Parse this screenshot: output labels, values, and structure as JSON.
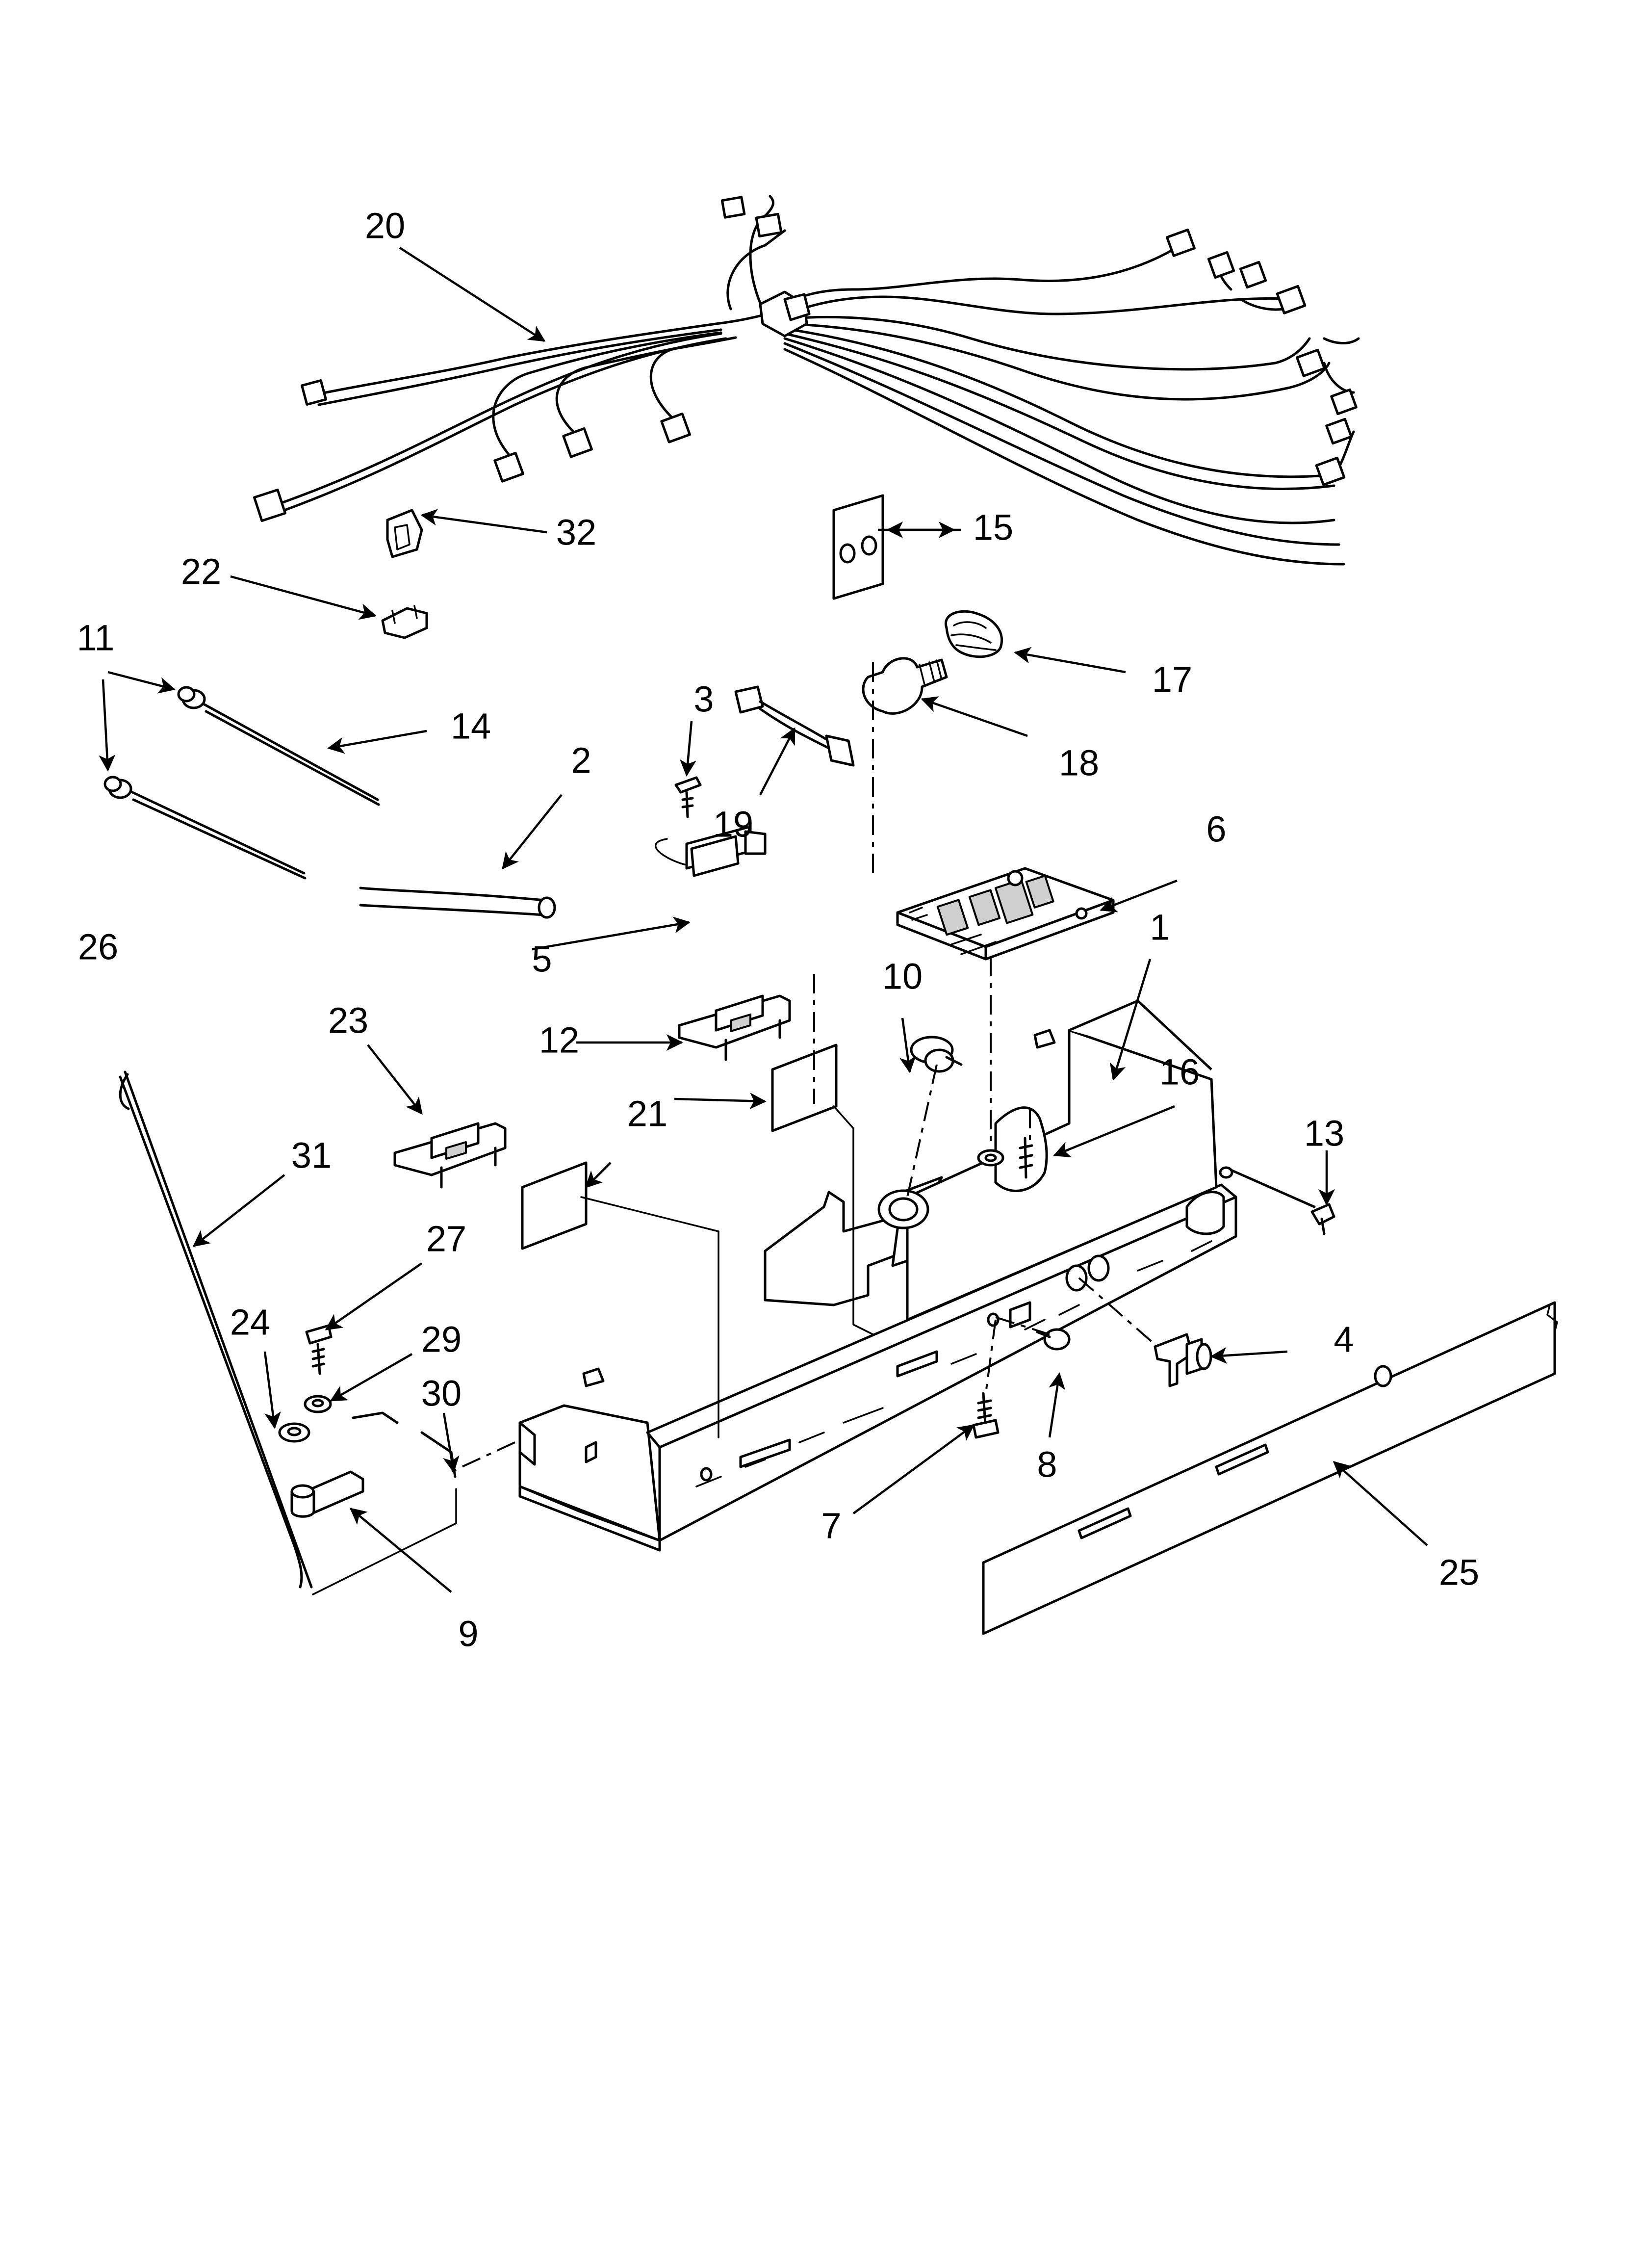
{
  "diagram": {
    "part_labels": [
      {
        "id": "1",
        "text": "1"
      },
      {
        "id": "2",
        "text": "2"
      },
      {
        "id": "3",
        "text": "3"
      },
      {
        "id": "4",
        "text": "4"
      },
      {
        "id": "5",
        "text": "5"
      },
      {
        "id": "6",
        "text": "6"
      },
      {
        "id": "7",
        "text": "7"
      },
      {
        "id": "8",
        "text": "8"
      },
      {
        "id": "9",
        "text": "9"
      },
      {
        "id": "10",
        "text": "10"
      },
      {
        "id": "11",
        "text": "11"
      },
      {
        "id": "12",
        "text": "12"
      },
      {
        "id": "13",
        "text": "13"
      },
      {
        "id": "14",
        "text": "14"
      },
      {
        "id": "15",
        "text": "15"
      },
      {
        "id": "16",
        "text": "16"
      },
      {
        "id": "17",
        "text": "17"
      },
      {
        "id": "18",
        "text": "18"
      },
      {
        "id": "19",
        "text": "19"
      },
      {
        "id": "20",
        "text": "20"
      },
      {
        "id": "21",
        "text": "21"
      },
      {
        "id": "22",
        "text": "22"
      },
      {
        "id": "23",
        "text": "23"
      },
      {
        "id": "24",
        "text": "24"
      },
      {
        "id": "25",
        "text": "25"
      },
      {
        "id": "26",
        "text": "26"
      },
      {
        "id": "27",
        "text": "27"
      },
      {
        "id": "29",
        "text": "29"
      },
      {
        "id": "30",
        "text": "30"
      },
      {
        "id": "31",
        "text": "31"
      },
      {
        "id": "32",
        "text": "32"
      }
    ]
  }
}
